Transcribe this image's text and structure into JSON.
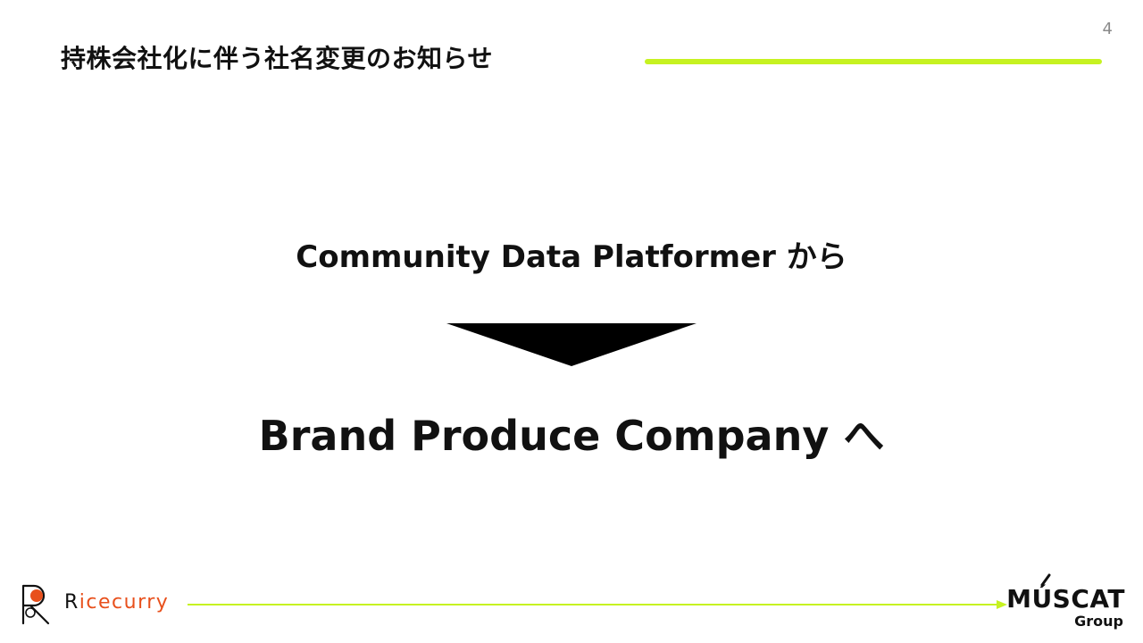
{
  "page_number": "4",
  "title": "持株会社化に伴う社名変更のお知らせ",
  "colors": {
    "accent": "#c6f221",
    "brand_orange": "#e8501c",
    "text": "#111111"
  },
  "body": {
    "from_text": "Community Data Platformer から",
    "to_text": "Brand Produce Company へ",
    "arrow_icon": "triangle-down-icon"
  },
  "footer": {
    "left_brand": {
      "initial": "R",
      "rest": "icecurry",
      "logo_icon": "ricecurry-logo-icon"
    },
    "arrow_icon": "right-arrow-icon",
    "right_brand": {
      "name": "MÚSCAT",
      "sub": "Group"
    }
  }
}
